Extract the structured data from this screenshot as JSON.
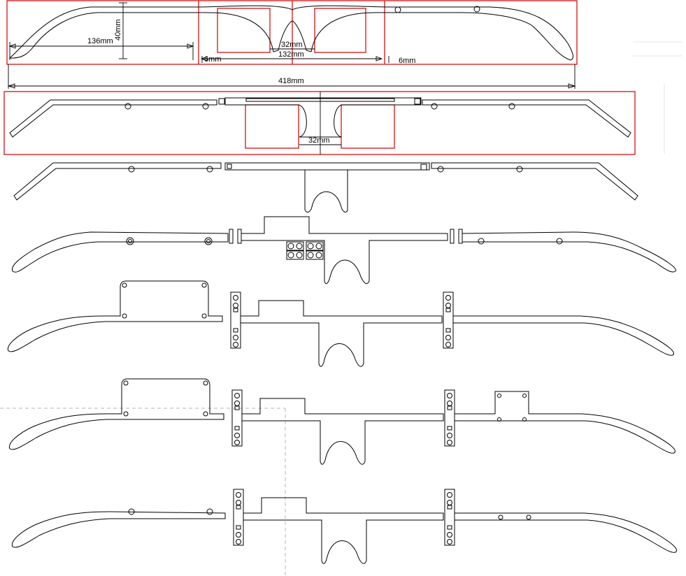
{
  "dimensions": {
    "temple_width": "136mm",
    "lens_height": "40mm",
    "bridge_width": "32mm",
    "center_span": "132mm",
    "hinge_left": "6mm",
    "hinge_right": "6mm",
    "total_width": "418mm",
    "bridge_width_second": "32mm"
  }
}
